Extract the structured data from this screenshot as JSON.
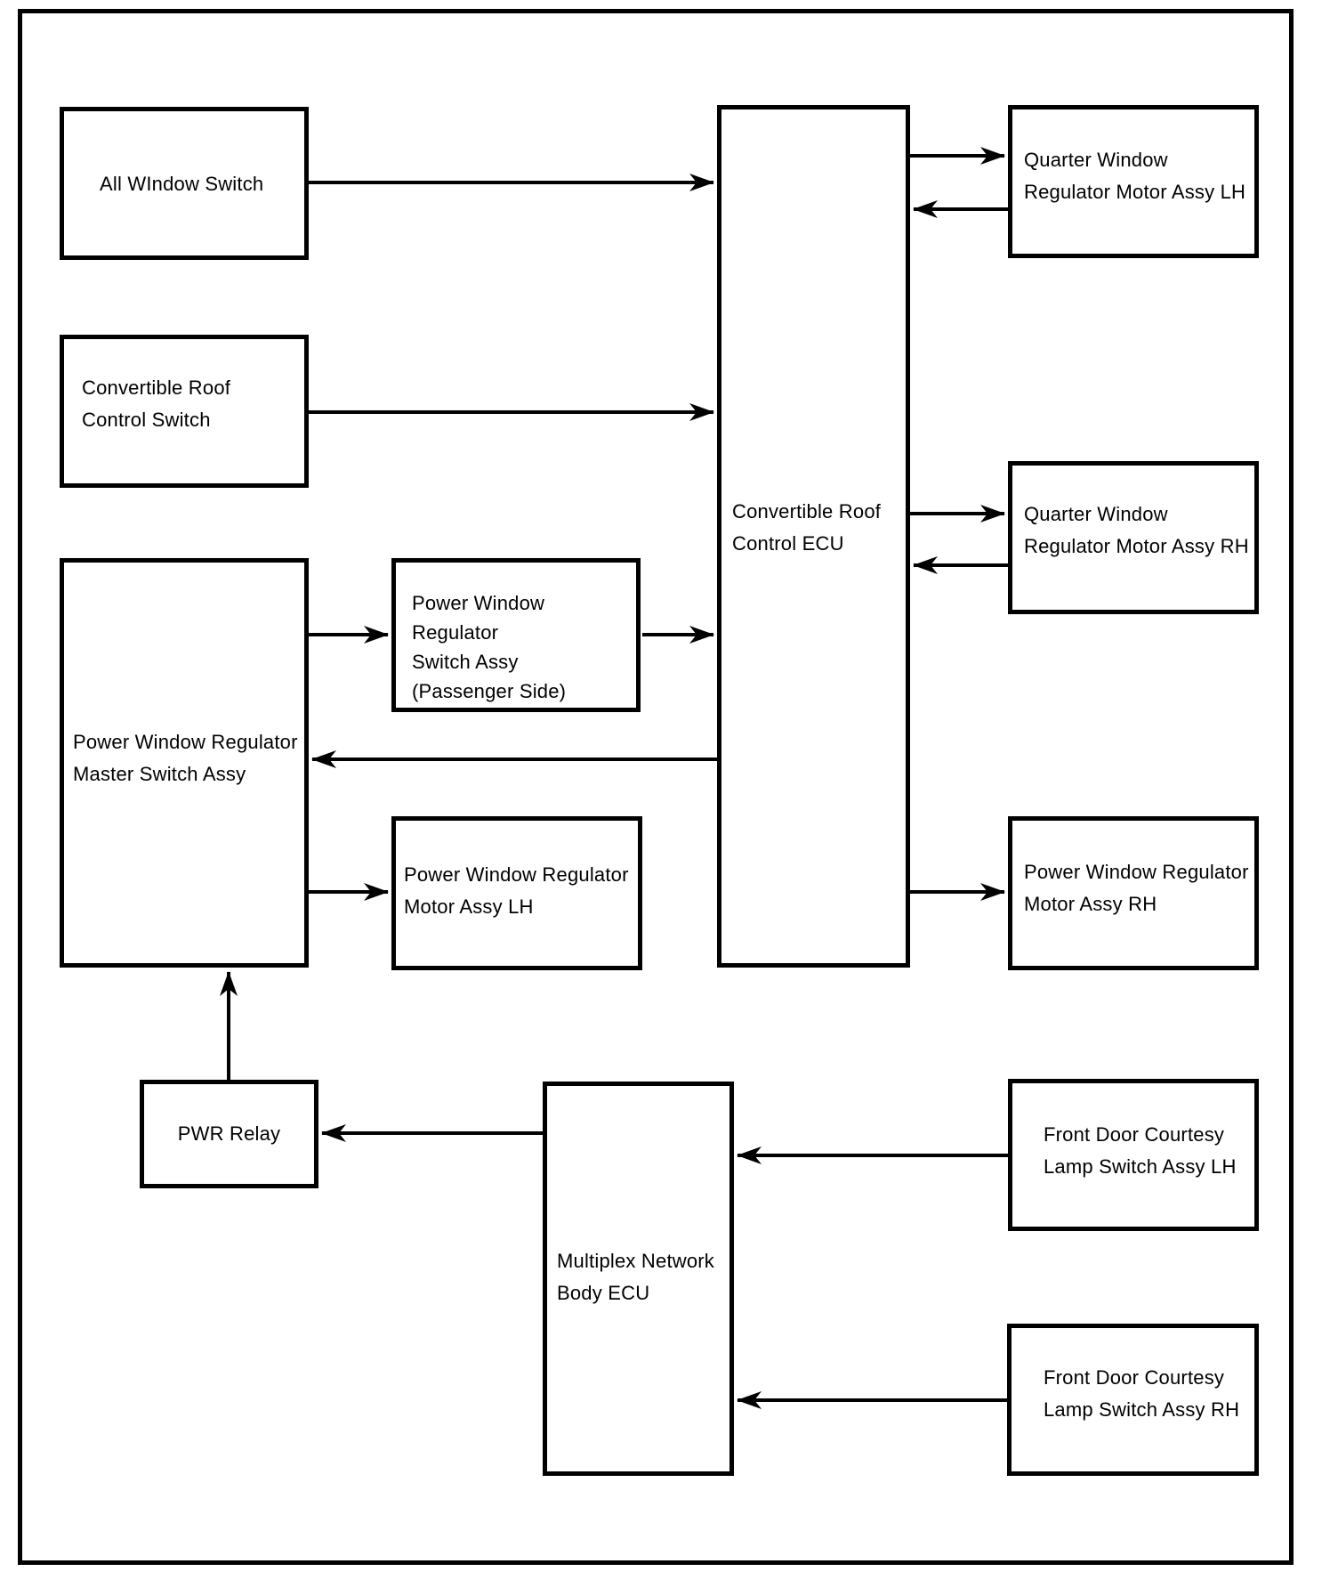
{
  "diagram": {
    "kind": "block-diagram",
    "subject": "Convertible roof / power window control system",
    "line_color": "#000000",
    "background_color": "#ffffff",
    "nodes": {
      "all_window_switch": {
        "label": "All WIndow Switch"
      },
      "convertible_roof_control_switch": {
        "label": "Convertible Roof\nControl Switch"
      },
      "pw_master_switch": {
        "label": "Power Window Regulator\nMaster Switch Assy"
      },
      "pw_switch_passenger": {
        "label": "Power Window Regulator\nSwitch Assy\n(Passenger Side)"
      },
      "pw_motor_lh": {
        "label": "Power Window Regulator\nMotor Assy LH"
      },
      "convertible_roof_control_ecu": {
        "label": "Convertible Roof\nControl ECU"
      },
      "quarter_window_motor_lh": {
        "label": "Quarter Window\nRegulator Motor Assy LH"
      },
      "quarter_window_motor_rh": {
        "label": "Quarter Window\nRegulator Motor Assy RH"
      },
      "pw_motor_rh": {
        "label": "Power Window Regulator\nMotor Assy RH"
      },
      "pwr_relay": {
        "label": "PWR Relay"
      },
      "multiplex_network_body_ecu": {
        "label": "Multiplex Network\nBody ECU"
      },
      "front_door_courtesy_lh": {
        "label": "Front Door Courtesy\nLamp Switch Assy LH"
      },
      "front_door_courtesy_rh": {
        "label": "Front Door Courtesy\nLamp Switch Assy RH"
      }
    },
    "connections": [
      {
        "from": "All WIndow Switch",
        "to": "Convertible Roof Control ECU"
      },
      {
        "from": "Convertible Roof Control Switch",
        "to": "Convertible Roof Control ECU"
      },
      {
        "from": "Power Window Regulator Master Switch Assy",
        "to": "Power Window Regulator Switch Assy (Passenger Side)"
      },
      {
        "from": "Power Window Regulator Switch Assy (Passenger Side)",
        "to": "Convertible Roof Control ECU"
      },
      {
        "from": "Convertible Roof Control ECU",
        "to": "Power Window Regulator Master Switch Assy"
      },
      {
        "from": "Power Window Regulator Master Switch Assy",
        "to": "Power Window Regulator Motor Assy LH"
      },
      {
        "from": "Convertible Roof Control ECU",
        "to": "Quarter Window Regulator Motor Assy LH"
      },
      {
        "from": "Quarter Window Regulator Motor Assy LH",
        "to": "Convertible Roof Control ECU"
      },
      {
        "from": "Convertible Roof Control ECU",
        "to": "Quarter Window Regulator Motor Assy RH"
      },
      {
        "from": "Quarter Window Regulator Motor Assy RH",
        "to": "Convertible Roof Control ECU"
      },
      {
        "from": "Convertible Roof Control ECU",
        "to": "Power Window Regulator Motor Assy RH"
      },
      {
        "from": "PWR Relay",
        "to": "Power Window Regulator Master Switch Assy"
      },
      {
        "from": "Multiplex Network Body ECU",
        "to": "PWR Relay"
      },
      {
        "from": "Front Door Courtesy Lamp Switch Assy LH",
        "to": "Multiplex Network Body ECU"
      },
      {
        "from": "Front Door Courtesy Lamp Switch Assy RH",
        "to": "Multiplex Network Body ECU"
      }
    ]
  }
}
